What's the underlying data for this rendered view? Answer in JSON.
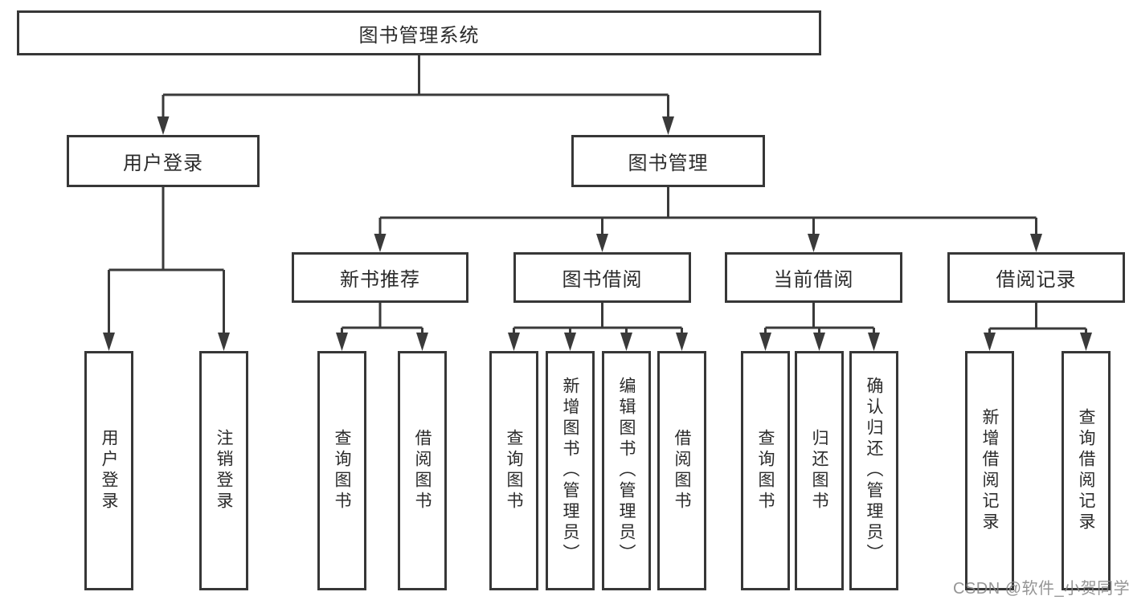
{
  "diagram": {
    "type": "hierarchy-tree",
    "colors": {
      "line": "#3a3a3a",
      "border": "#373737",
      "text": "#2b2b2b",
      "background": "#ffffff",
      "watermark": "#868686"
    }
  },
  "tree": {
    "label": "图书管理系统",
    "children": [
      {
        "label": "用户登录",
        "children": [
          {
            "label": "用户登录"
          },
          {
            "label": "注销登录"
          }
        ]
      },
      {
        "label": "图书管理",
        "children": [
          {
            "label": "新书推荐",
            "children": [
              {
                "label": "查询图书"
              },
              {
                "label": "借阅图书"
              }
            ]
          },
          {
            "label": "图书借阅",
            "children": [
              {
                "label": "查询图书"
              },
              {
                "label": "新增图书（管理员）"
              },
              {
                "label": "编辑图书（管理员）"
              },
              {
                "label": "借阅图书"
              }
            ]
          },
          {
            "label": "当前借阅",
            "children": [
              {
                "label": "查询图书"
              },
              {
                "label": "归还图书"
              },
              {
                "label": "确认归还（管理员）"
              }
            ]
          },
          {
            "label": "借阅记录",
            "children": [
              {
                "label": "新增借阅记录"
              },
              {
                "label": "查询借阅记录"
              }
            ]
          }
        ]
      }
    ]
  },
  "watermark": {
    "text": "CSDN @软件_小贺同学"
  }
}
